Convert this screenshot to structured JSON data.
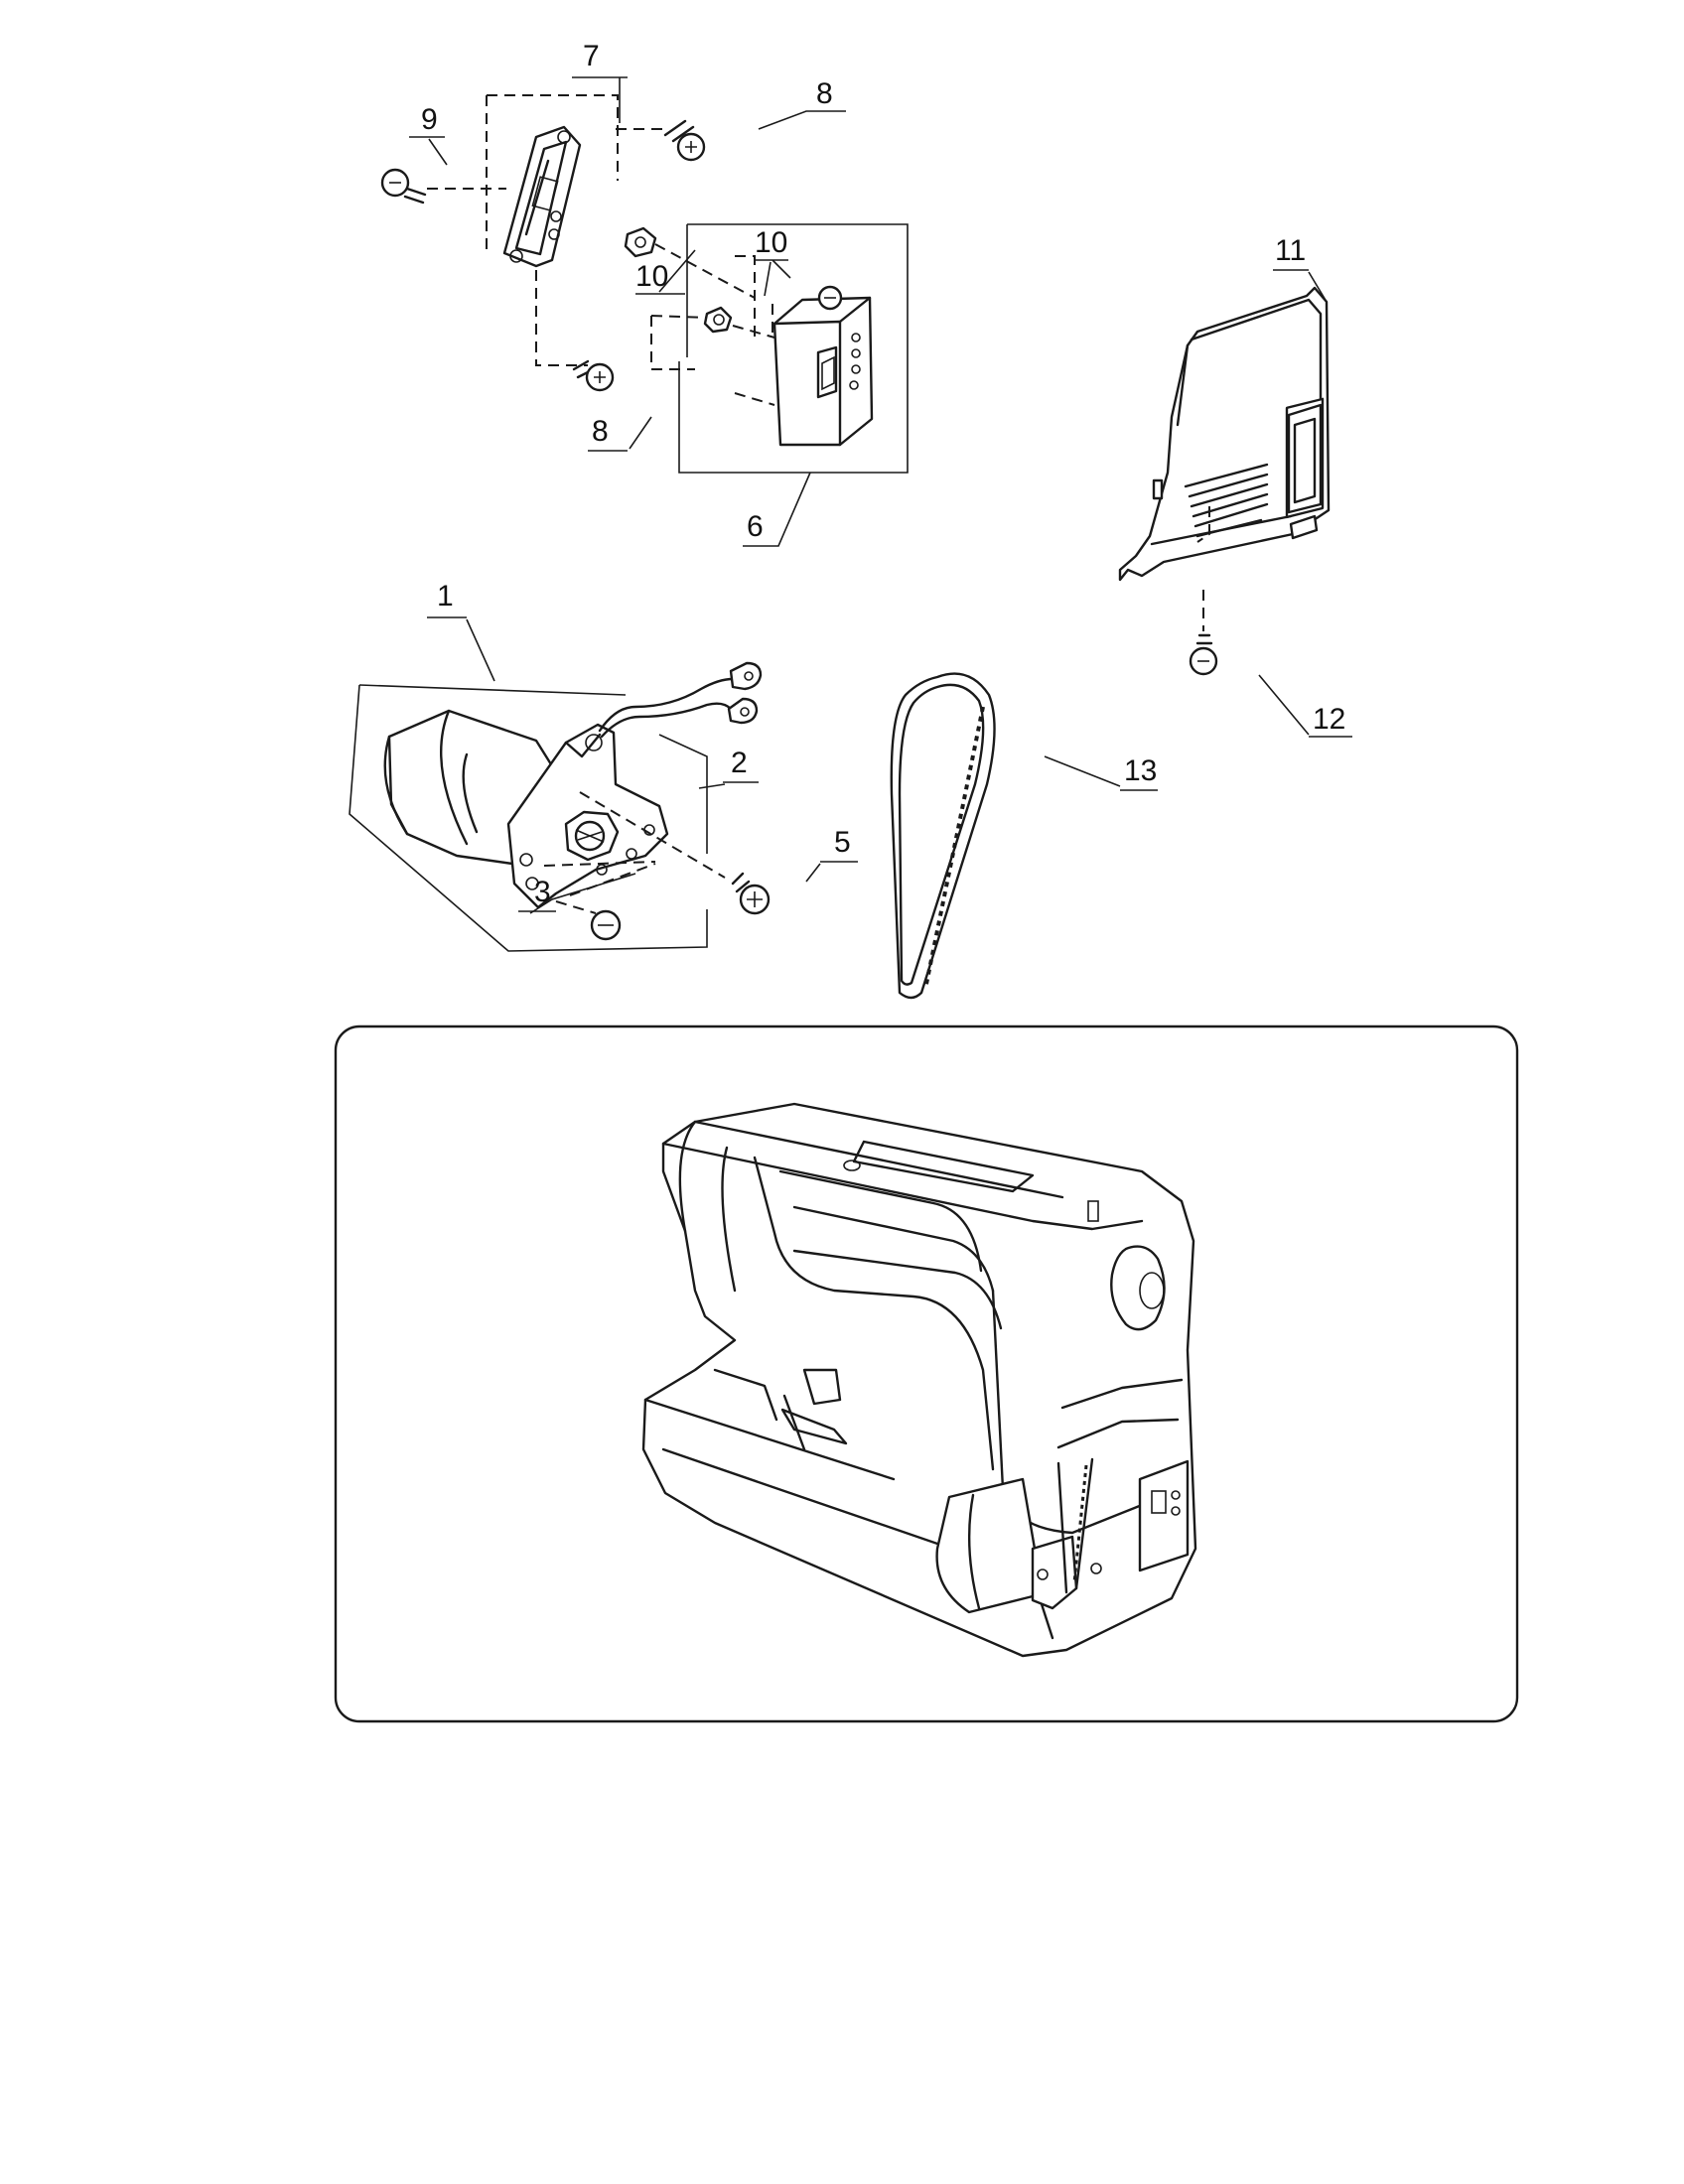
{
  "callouts": [
    {
      "id": "label-7",
      "text": "7"
    },
    {
      "id": "label-8-top",
      "text": "8"
    },
    {
      "id": "label-9",
      "text": "9"
    },
    {
      "id": "label-10-left",
      "text": "10"
    },
    {
      "id": "label-10-right",
      "text": "10"
    },
    {
      "id": "label-8-bottom",
      "text": "8"
    },
    {
      "id": "label-6",
      "text": "6"
    },
    {
      "id": "label-11",
      "text": "11"
    },
    {
      "id": "label-12",
      "text": "12"
    },
    {
      "id": "label-1",
      "text": "1"
    },
    {
      "id": "label-2",
      "text": "2"
    },
    {
      "id": "label-3",
      "text": "3"
    },
    {
      "id": "label-5",
      "text": "5"
    },
    {
      "id": "label-13",
      "text": "13"
    }
  ]
}
